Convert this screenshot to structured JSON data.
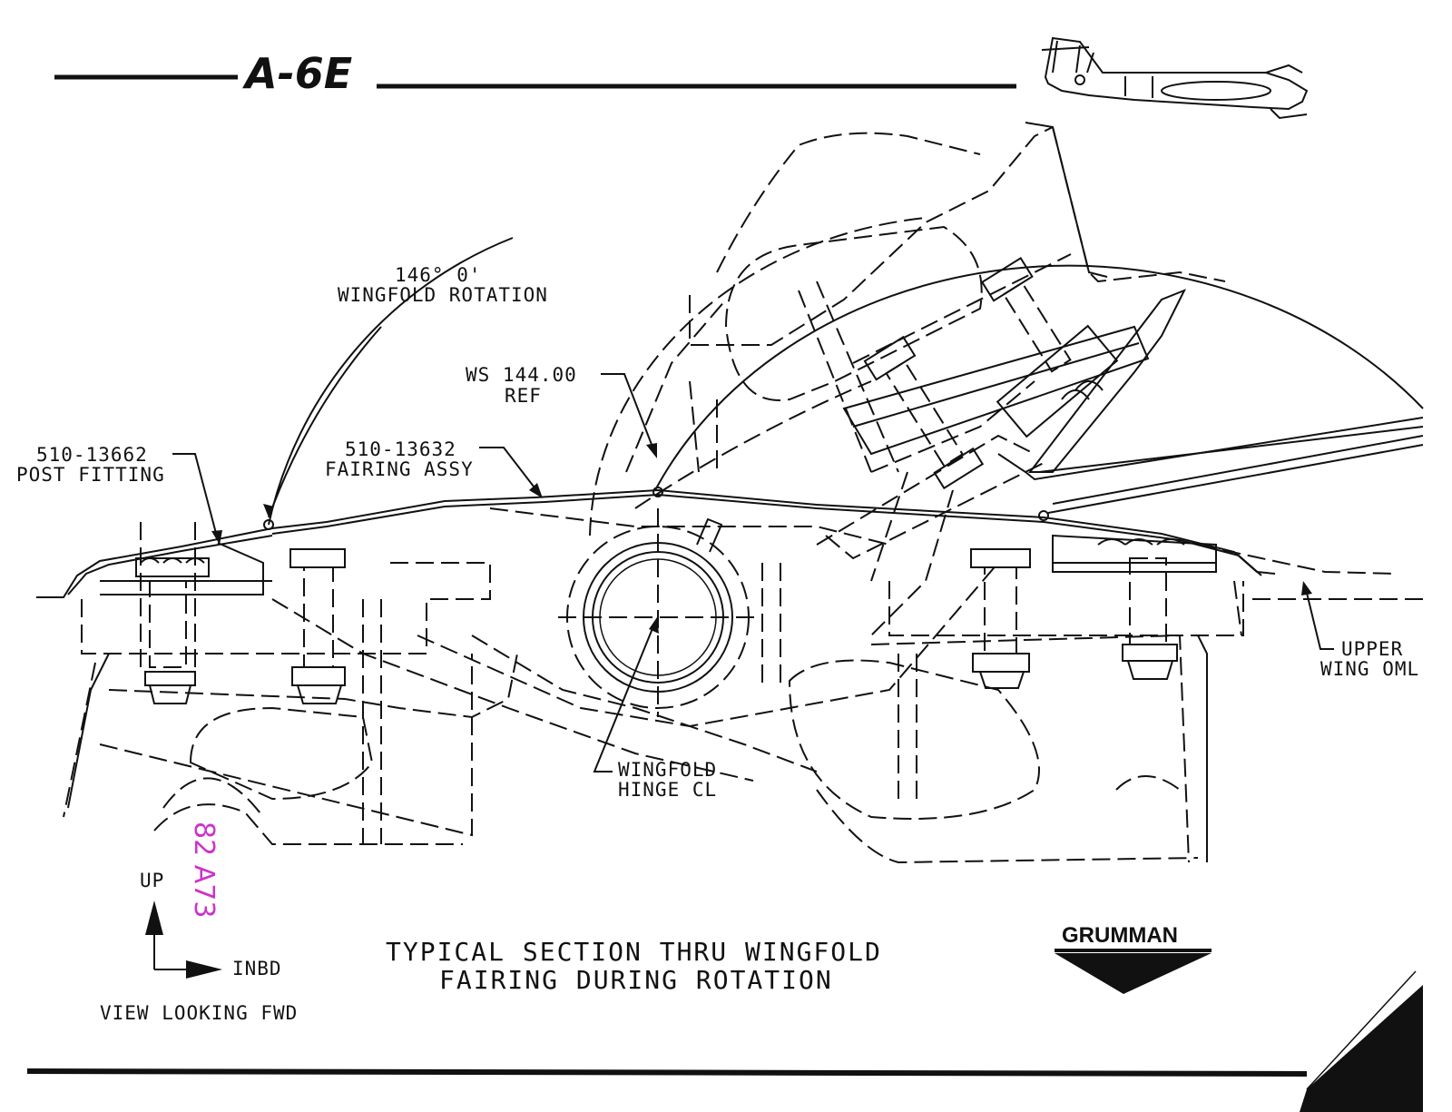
{
  "header": {
    "aircraft_designation": "A-6E"
  },
  "callouts": {
    "rotation": {
      "line1": "146° 0'",
      "line2": "WINGFOLD ROTATION"
    },
    "ws_ref": {
      "line1": "WS 144.00",
      "line2": "REF"
    },
    "post_fitting": {
      "line1": "510-13662",
      "line2": "POST FITTING"
    },
    "fairing_assy": {
      "line1": "510-13632",
      "line2": "FAIRING ASSY"
    },
    "hinge": {
      "line1": "WINGFOLD",
      "line2": "HINGE CL"
    },
    "upper_wing": {
      "line1": "UPPER",
      "line2": "WING OML"
    }
  },
  "orientation": {
    "up": "UP",
    "inbd": "INBD",
    "view": "VIEW LOOKING FWD"
  },
  "caption": {
    "line1": "TYPICAL SECTION THRU WINGFOLD",
    "line2": "FAIRING DURING ROTATION"
  },
  "brand": {
    "name": "GRUMMAN"
  },
  "stamp": {
    "text": "82 A73"
  },
  "icons": {
    "aircraft": "aircraft-silhouette-icon",
    "orientation": "orientation-arrows-icon",
    "brand_logo": "grumman-logo-icon"
  },
  "colors": {
    "ink": "#111111",
    "stamp": "#cc33cc",
    "paper": "#ffffff"
  }
}
